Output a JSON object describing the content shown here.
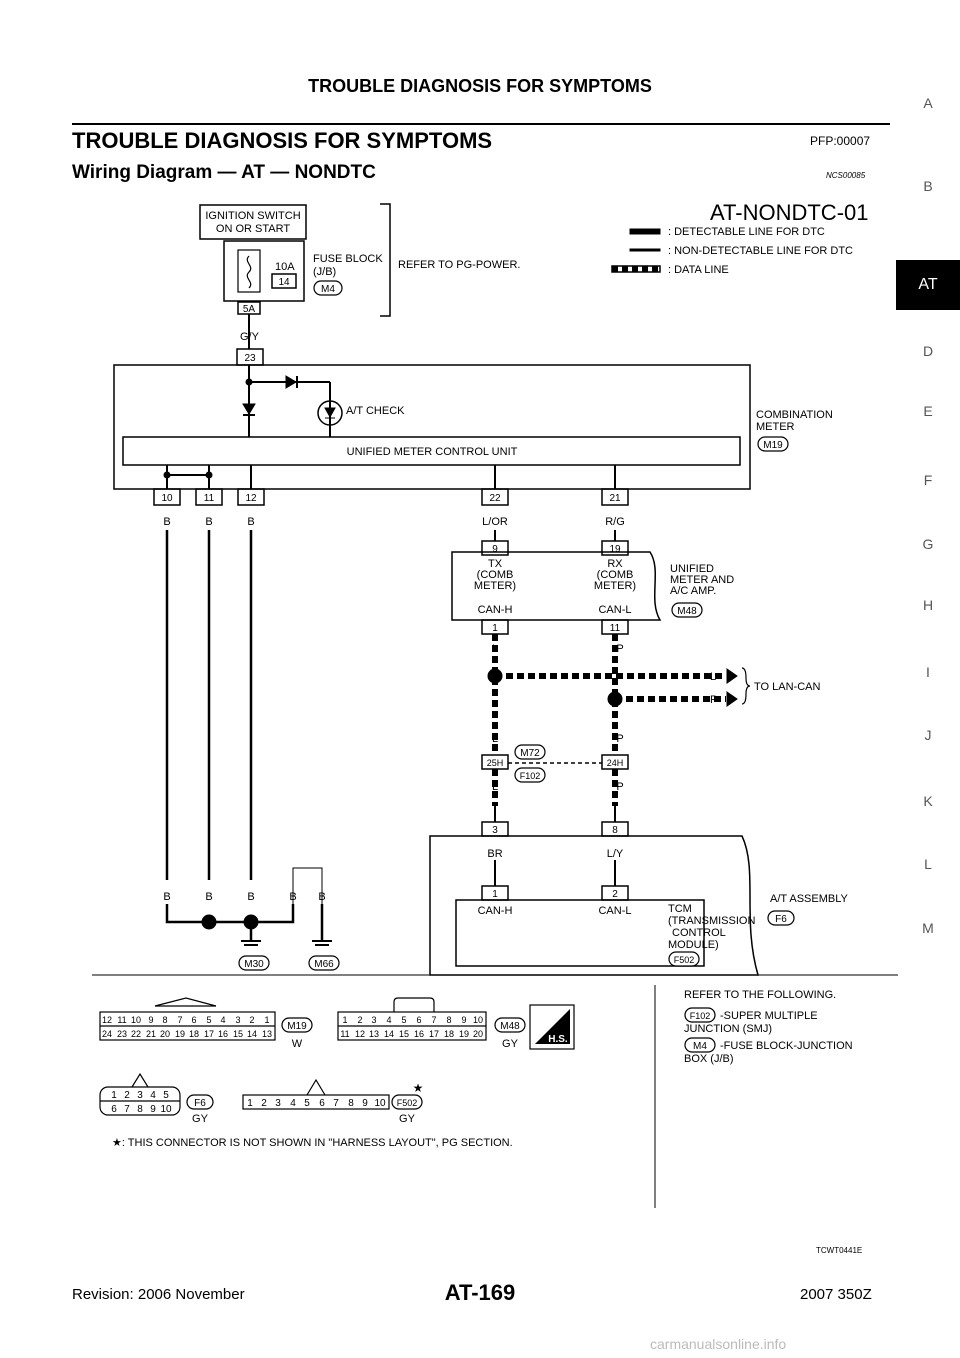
{
  "header": {
    "running_title": "TROUBLE DIAGNOSIS FOR SYMPTOMS"
  },
  "section": {
    "title": "TROUBLE DIAGNOSIS FOR SYMPTOMS",
    "pfp": "PFP:00007",
    "subtitle": "Wiring Diagram — AT — NONDTC",
    "ref_code": "NCS00085"
  },
  "side_tabs": [
    "A",
    "B",
    "AT",
    "D",
    "E",
    "F",
    "G",
    "H",
    "I",
    "J",
    "K",
    "L",
    "M"
  ],
  "active_tab": "AT",
  "diagram": {
    "code": "AT-NONDTC-01",
    "legend": {
      "detectable": ": DETECTABLE LINE FOR DTC",
      "non_detectable": ": NON-DETECTABLE LINE FOR DTC",
      "data": ": DATA LINE"
    },
    "ignition_line1": "IGNITION SWITCH",
    "ignition_line2": "ON OR START",
    "fuse_amp": "10A",
    "fuse_num": "14",
    "fuse_block1": "FUSE BLOCK",
    "fuse_block2": "(J/B)",
    "fuse_conn": "M4",
    "refer_power": "REFER TO PG-POWER.",
    "fuse_pin": "5A",
    "wire_gy": "G/Y",
    "meter_pin_23": "23",
    "at_check": "A/T CHECK",
    "unified_meter_cu": "UNIFIED METER CONTROL UNIT",
    "comb_meter1": "COMBINATION",
    "comb_meter2": "METER",
    "comb_conn": "M19",
    "meter_pins": [
      "10",
      "11",
      "12",
      "22",
      "21"
    ],
    "wire_b": "B",
    "wire_lor": "L/OR",
    "wire_rg": "R/G",
    "amp_pin_9": "9",
    "amp_pin_19": "19",
    "tx_1": "TX",
    "tx_2": "(COMB",
    "tx_3": "METER)",
    "rx_1": "RX",
    "rx_2": "(COMB",
    "rx_3": "METER)",
    "canh": "CAN-H",
    "canl": "CAN-L",
    "amp_name1": "UNIFIED",
    "amp_name2": "METER AND",
    "amp_name3": "A/C AMP.",
    "amp_conn": "M48",
    "amp_pin_1": "1",
    "amp_pin_11": "11",
    "wire_l": "L",
    "wire_p": "P",
    "to_lan": "TO LAN-CAN",
    "jc_m72": "M72",
    "jc_f102": "F102",
    "jc_25h": "25H",
    "jc_24h": "24H",
    "tcm_pin_3": "3",
    "tcm_pin_8": "8",
    "wire_br": "BR",
    "wire_ly": "L/Y",
    "tcm_pin_1": "1",
    "tcm_pin_2": "2",
    "tcm1": "TCM",
    "tcm2": "(TRANSMISSION",
    "tcm3": "CONTROL",
    "tcm4": "MODULE)",
    "at_assy": "A/T ASSEMBLY",
    "at_conn": "F6",
    "tcm_conn": "F502",
    "ground1": "M30",
    "ground2": "M66",
    "conn_m19_top": [
      "12",
      "11",
      "10",
      "9",
      "8",
      "7",
      "6",
      "5",
      "4",
      "3",
      "2",
      "1"
    ],
    "conn_m19_bot": [
      "24",
      "23",
      "22",
      "21",
      "20",
      "19",
      "18",
      "17",
      "16",
      "15",
      "14",
      "13"
    ],
    "conn_m19_color": "W",
    "conn_m48_top": [
      "1",
      "2",
      "3",
      "4",
      "5",
      "6",
      "7",
      "8",
      "9",
      "10"
    ],
    "conn_m48_bot": [
      "11",
      "12",
      "13",
      "14",
      "15",
      "16",
      "17",
      "18",
      "19",
      "20"
    ],
    "conn_m48_color": "GY",
    "hs": "H.S.",
    "conn_f6_top": [
      "1",
      "2",
      "3",
      "4",
      "5"
    ],
    "conn_f6_bot": [
      "6",
      "7",
      "8",
      "9",
      "10"
    ],
    "conn_f6_color": "GY",
    "conn_f502_pins": [
      "1",
      "2",
      "3",
      "4",
      "5",
      "6",
      "7",
      "8",
      "9",
      "10"
    ],
    "conn_f502_color": "GY",
    "star": "★",
    "note": "★: THIS CONNECTOR IS NOT SHOWN IN \"HARNESS LAYOUT\", PG SECTION.",
    "refer_following": "REFER TO THE FOLLOWING.",
    "ref_f102_1": "-SUPER MULTIPLE",
    "ref_f102_2": "JUNCTION (SMJ)",
    "ref_m4_1": "-FUSE BLOCK-JUNCTION",
    "ref_m4_2": "BOX (J/B)",
    "fig_code": "TCWT0441E"
  },
  "footer": {
    "revision": "Revision: 2006 November",
    "page": "AT-169",
    "model": "2007 350Z"
  },
  "watermark": "carmanualsonline.info"
}
